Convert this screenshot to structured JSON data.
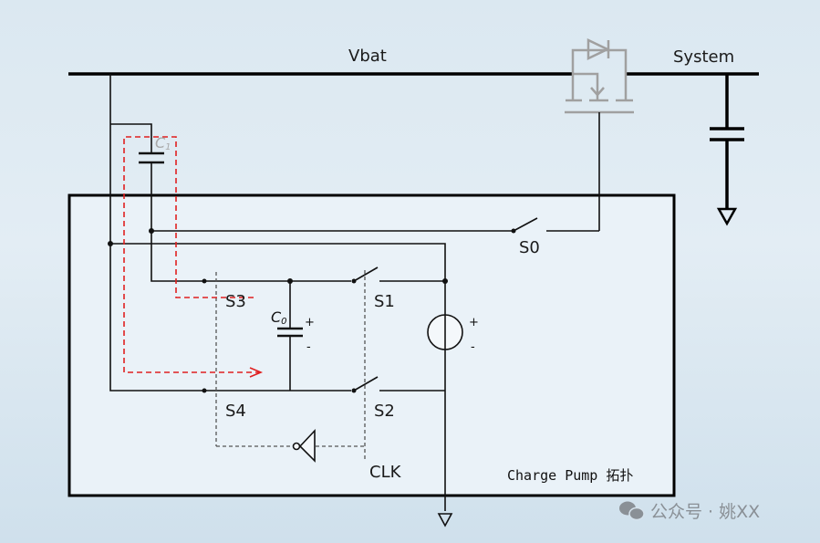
{
  "labels": {
    "vbat": "Vbat",
    "system": "System",
    "c1_main": "C",
    "c1_sub": "1",
    "c0_main": "C",
    "c0_sub": "0",
    "s0": "S0",
    "s1": "S1",
    "s2": "S2",
    "s3": "S3",
    "s4": "S4",
    "clk": "CLK",
    "plus": "+",
    "minus": "-",
    "title": "Charge Pump 拓扑"
  },
  "watermark": {
    "text": "公众号 · 姚XX",
    "icon": "wechat-icon"
  },
  "colors": {
    "wire": "#111111",
    "mosfet": "#a0a0a0",
    "current_path": "#e02020",
    "control": "#555555"
  }
}
